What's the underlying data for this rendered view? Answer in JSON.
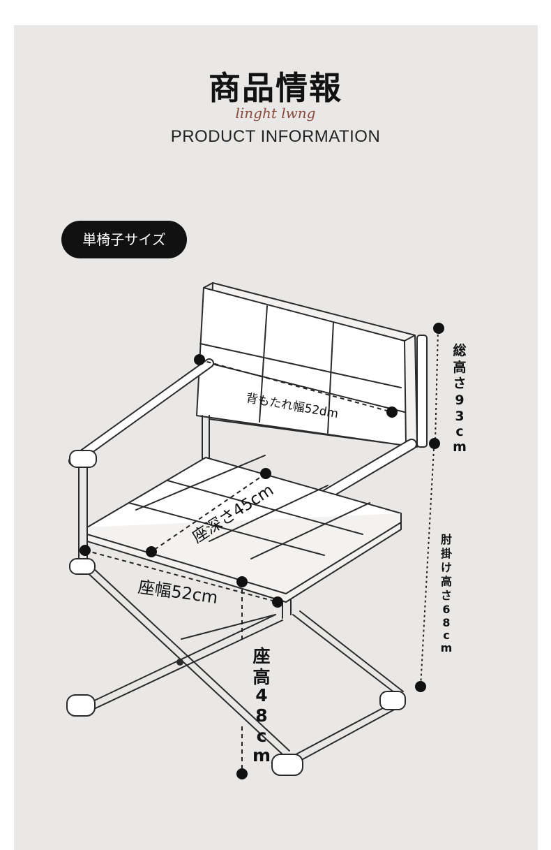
{
  "header": {
    "title_jp": "商品情報",
    "script_text": "linght lwng",
    "title_en": "PRODUCT INFORMATION"
  },
  "section": {
    "pill_label": "単椅子サイズ"
  },
  "dimensions": {
    "backrest_width": "背もたれ幅52dm",
    "seat_depth": "座深さ45cm",
    "seat_width": "座幅52cm",
    "seat_height_chars": [
      "座",
      "高",
      "4",
      "8",
      "c",
      "m"
    ],
    "total_height_chars": [
      "総",
      "高",
      "さ",
      "9",
      "3",
      "c",
      "m"
    ],
    "armrest_height_chars": [
      "肘",
      "掛",
      "け",
      "高",
      "さ",
      "6",
      "8",
      "c",
      "m"
    ]
  },
  "colors": {
    "panel": "#e9e8e6",
    "ink": "#111111",
    "accent_script": "#8a4a3c"
  }
}
